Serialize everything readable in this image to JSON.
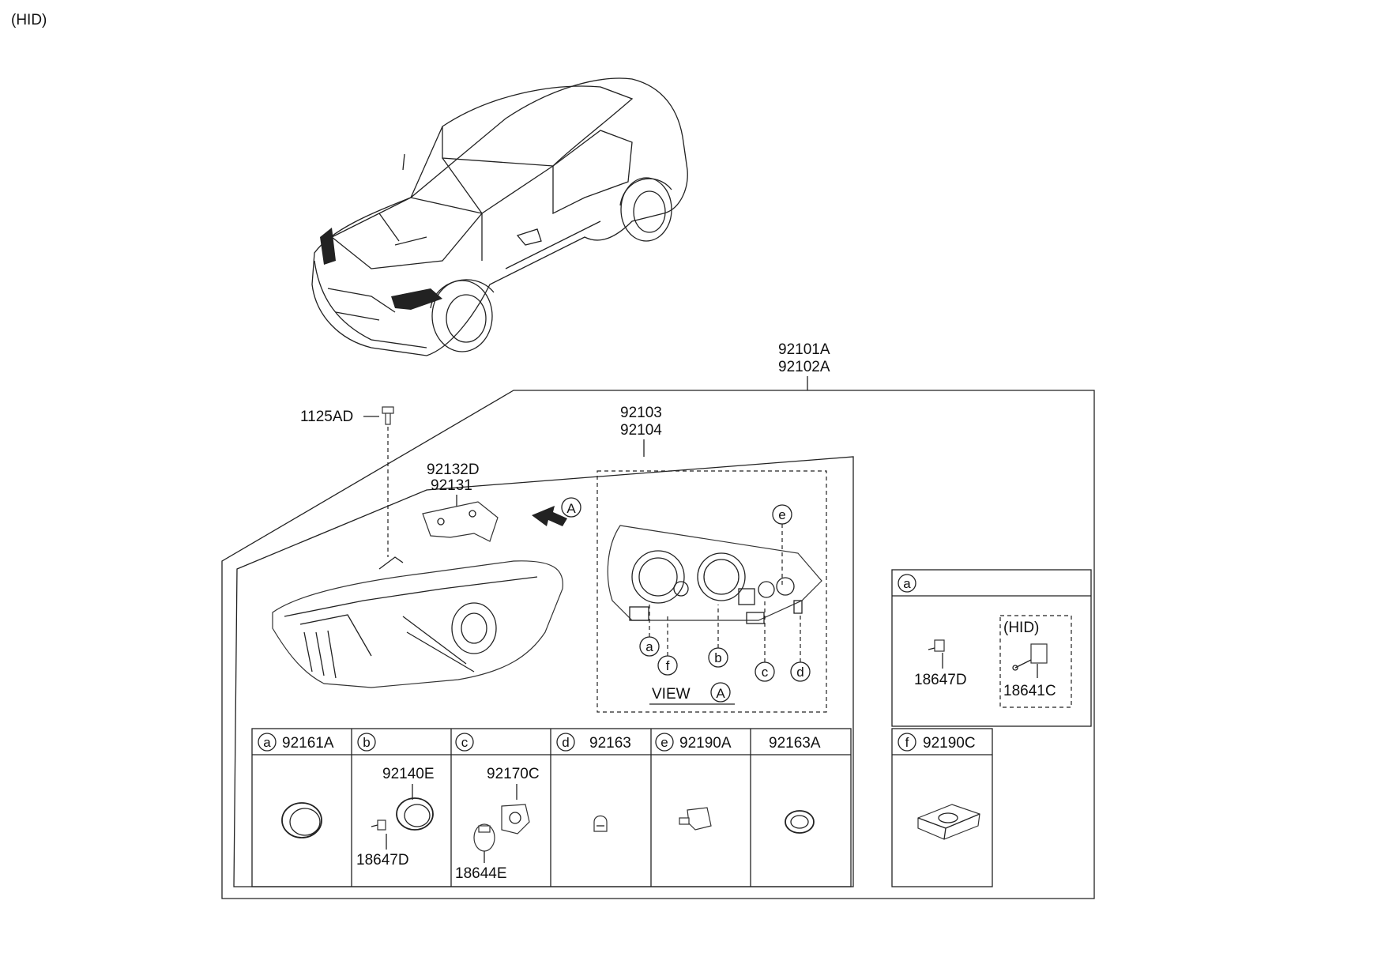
{
  "header": {
    "title": "(HID)"
  },
  "assembly": {
    "main_labels": [
      "92101A",
      "92102A"
    ],
    "bolt_label": "1125AD",
    "inner_labels": [
      "92103",
      "92104"
    ],
    "bracket_labels": [
      "92132D",
      "92131"
    ],
    "view_arrow_letter": "A",
    "view_title": "VIEW",
    "view_letter": "A",
    "view_callouts": [
      "e",
      "a",
      "f",
      "b",
      "c",
      "d"
    ]
  },
  "table_bottom": {
    "headers": [
      {
        "letter": "a",
        "part": "92161A"
      },
      {
        "letter": "b",
        "part": ""
      },
      {
        "letter": "c",
        "part": ""
      },
      {
        "letter": "d",
        "part": "92163"
      },
      {
        "letter": "e",
        "part": "92190A"
      },
      {
        "letter": "",
        "part": "92163A"
      }
    ],
    "cell_b": {
      "top": "92140E",
      "bottom": "18647D"
    },
    "cell_c": {
      "top": "92170C",
      "bottom": "18644E"
    }
  },
  "box_a": {
    "letter": "a",
    "left_part": "18647D",
    "hid_label": "(HID)",
    "right_part": "18641C"
  },
  "box_f": {
    "letter": "f",
    "part": "92190C"
  },
  "colors": {
    "line": "#222222",
    "background": "#ffffff"
  }
}
